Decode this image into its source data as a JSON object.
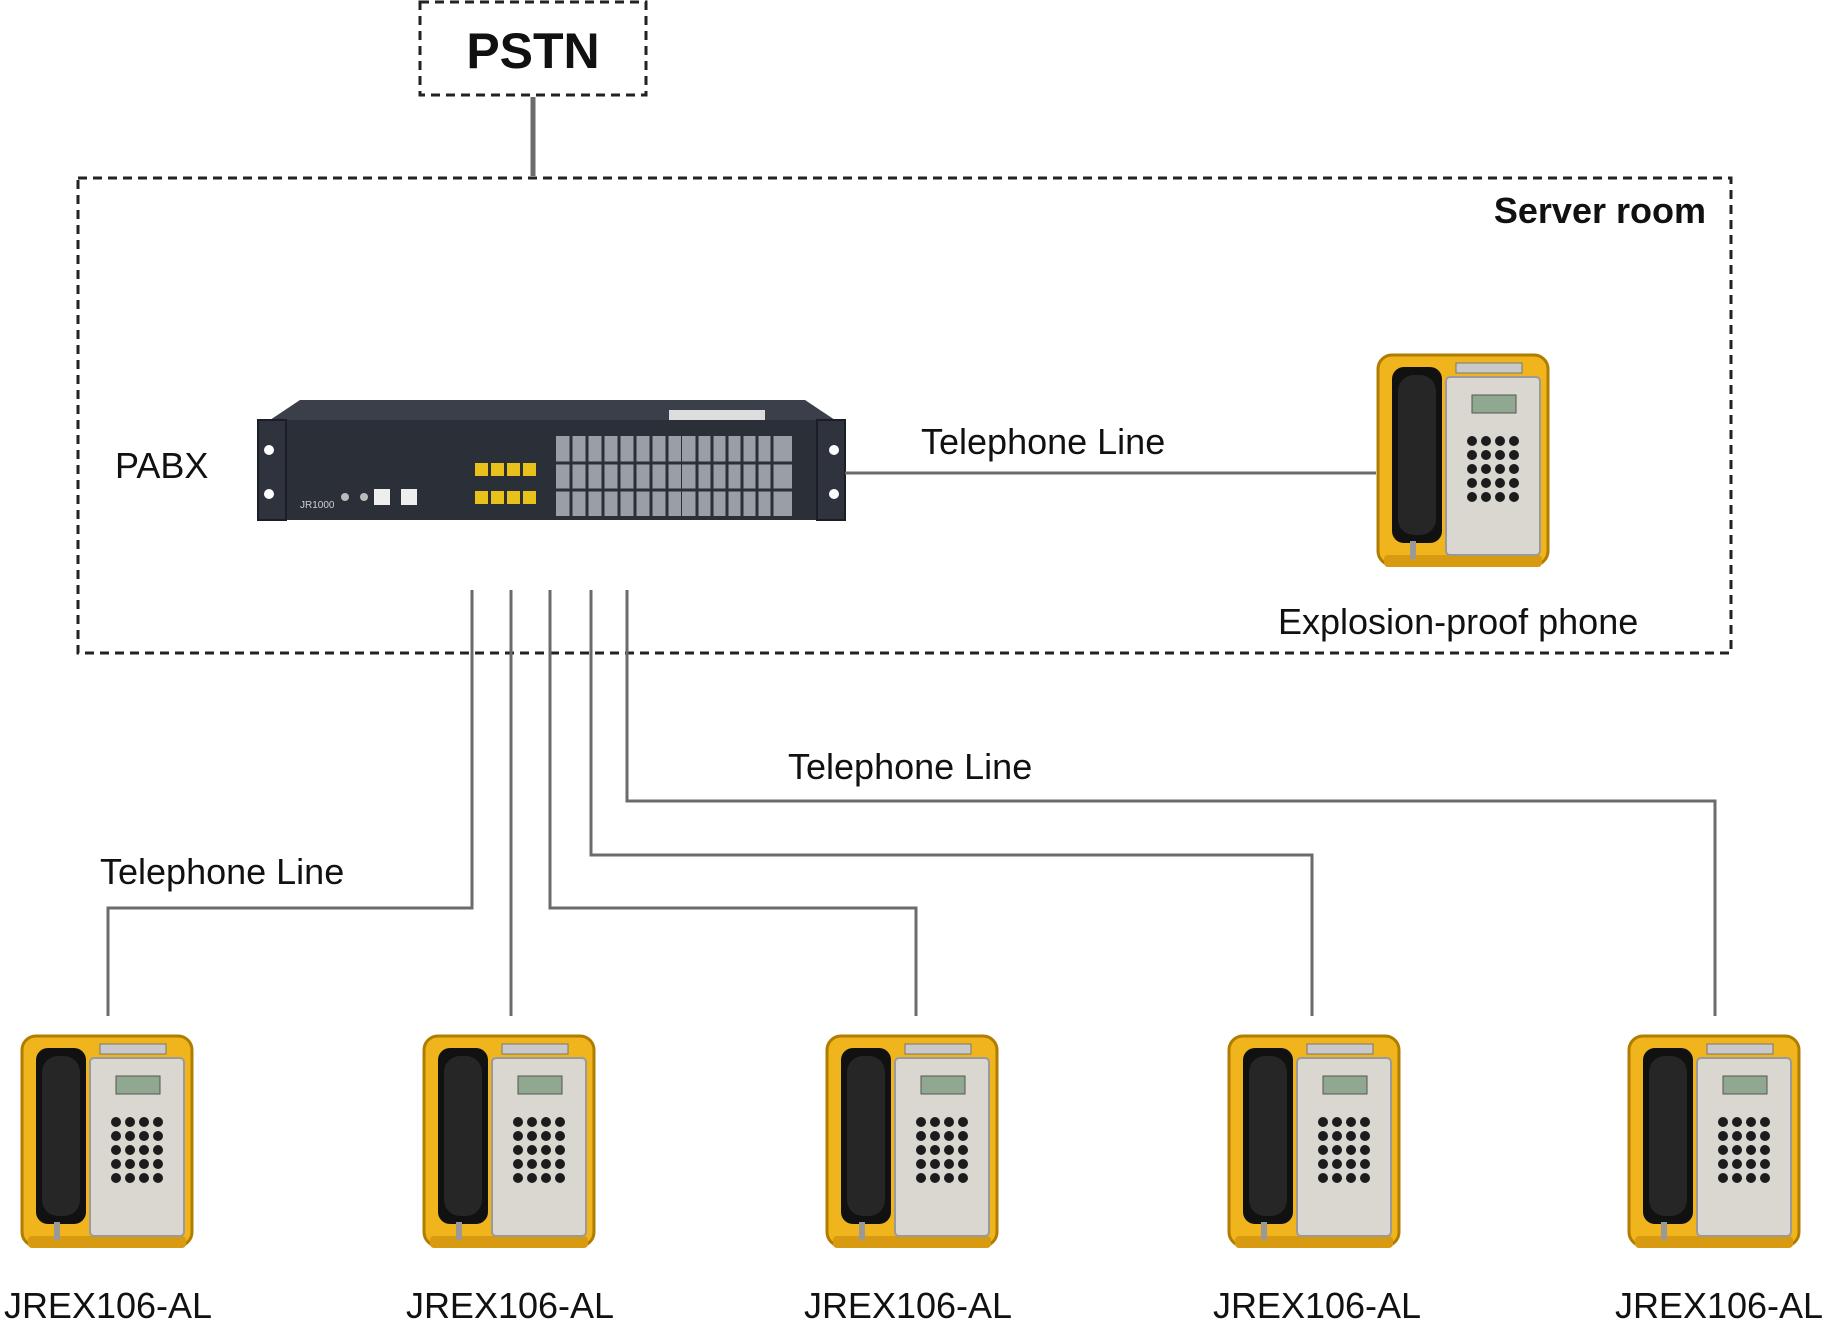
{
  "pstn": {
    "label": "PSTN"
  },
  "server_room": {
    "label": "Server room"
  },
  "pabx": {
    "label": "PABX",
    "model_text": "JR1000"
  },
  "links": {
    "pabx_to_explosion": "Telephone Line",
    "to_right_phones": "Telephone Line",
    "to_left_phones": "Telephone Line"
  },
  "explosion_phone": {
    "label": "Explosion-proof phone"
  },
  "phones": [
    {
      "model": "JREX106-AL"
    },
    {
      "model": "JREX106-AL"
    },
    {
      "model": "JREX106-AL"
    },
    {
      "model": "JREX106-AL"
    },
    {
      "model": "JREX106-AL"
    }
  ],
  "colors": {
    "phone_yellow": "#f0b41c",
    "faceplate": "#d9d7d0",
    "handset": "#1e1e1e",
    "pabx_body": "#2b2f38",
    "port_yellow": "#e8c21a",
    "line": "#6b6b6b",
    "dash": "#222222"
  }
}
